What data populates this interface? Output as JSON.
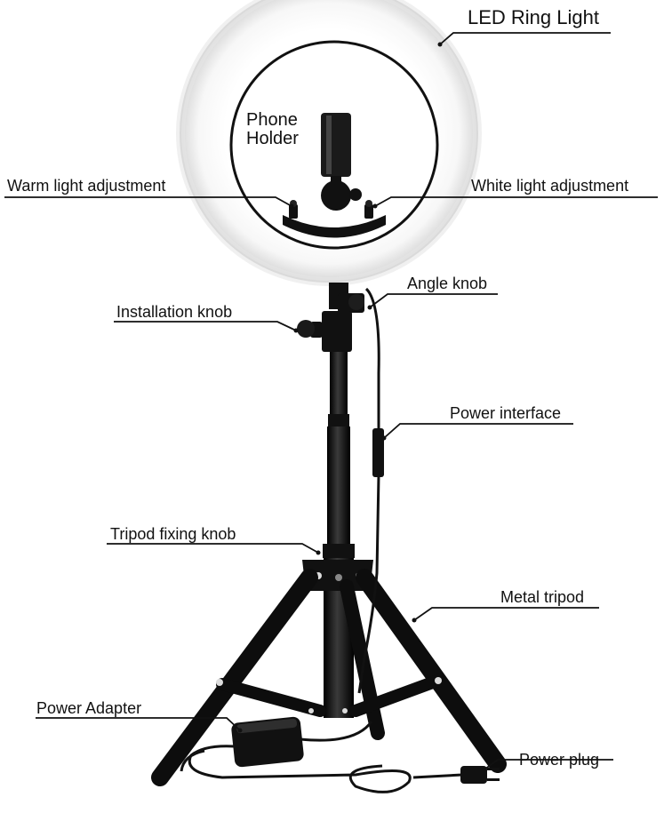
{
  "labels": {
    "led_ring_light": "LED Ring Light",
    "phone_holder_line1": "Phone",
    "phone_holder_line2": "Holder",
    "warm_light_adjustment": "Warm light adjustment",
    "white_light_adjustment": "White light adjustment",
    "angle_knob": "Angle knob",
    "installation_knob": "Installation knob",
    "power_interface": "Power interface",
    "tripod_fixing_knob": "Tripod fixing knob",
    "metal_tripod": "Metal tripod",
    "power_adapter": "Power Adapter",
    "power_plug": "Power plug"
  },
  "colors": {
    "ring_outer": "#f2f2f2",
    "ring_inner": "#ffffff",
    "ring_edge": "#bdbdbd",
    "metal": "#1c1c1c",
    "leader": "#111111"
  }
}
